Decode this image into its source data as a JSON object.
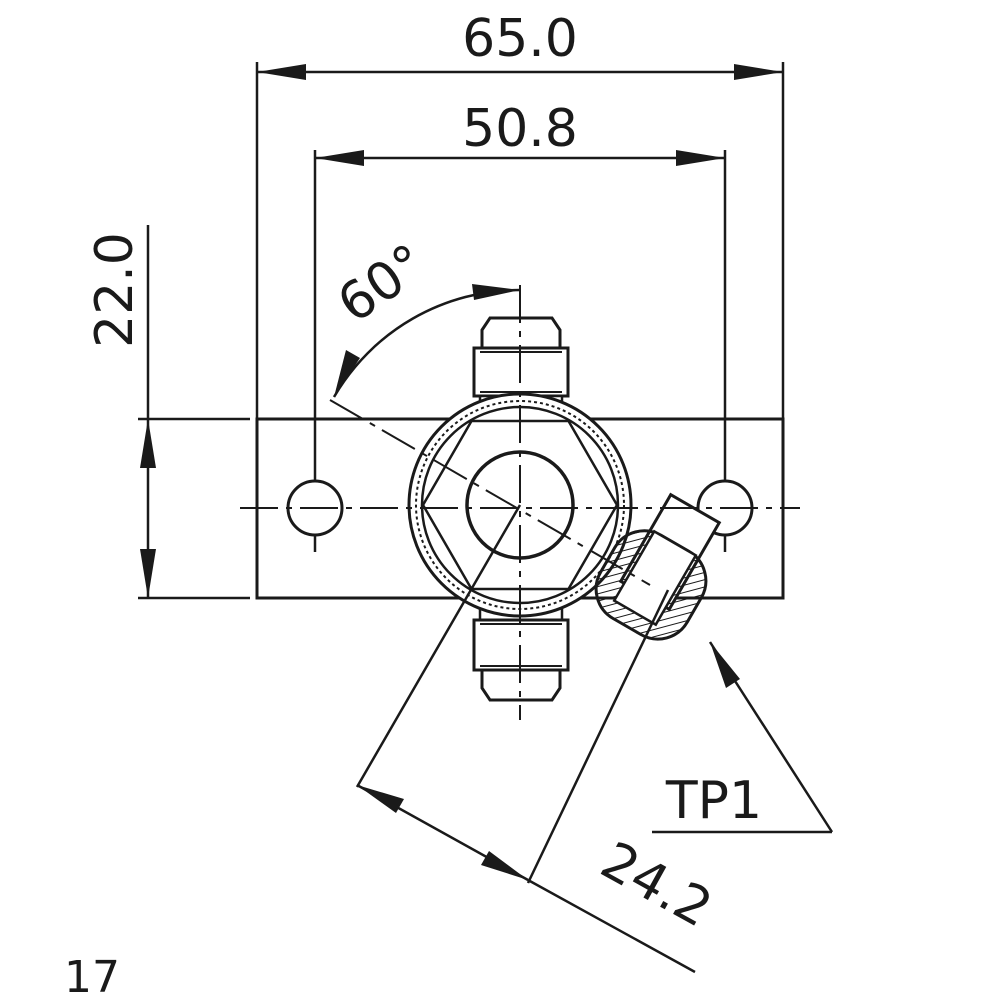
{
  "dimensions": {
    "overall_width": "65.0",
    "hole_spacing": "50.8",
    "height": "22.0",
    "angle": "60°",
    "port_offset": "24.2"
  },
  "labels": {
    "test_port": "TP1"
  },
  "page_number": "17",
  "colors": {
    "line": "#1a1a1a",
    "background": "#ffffff"
  }
}
